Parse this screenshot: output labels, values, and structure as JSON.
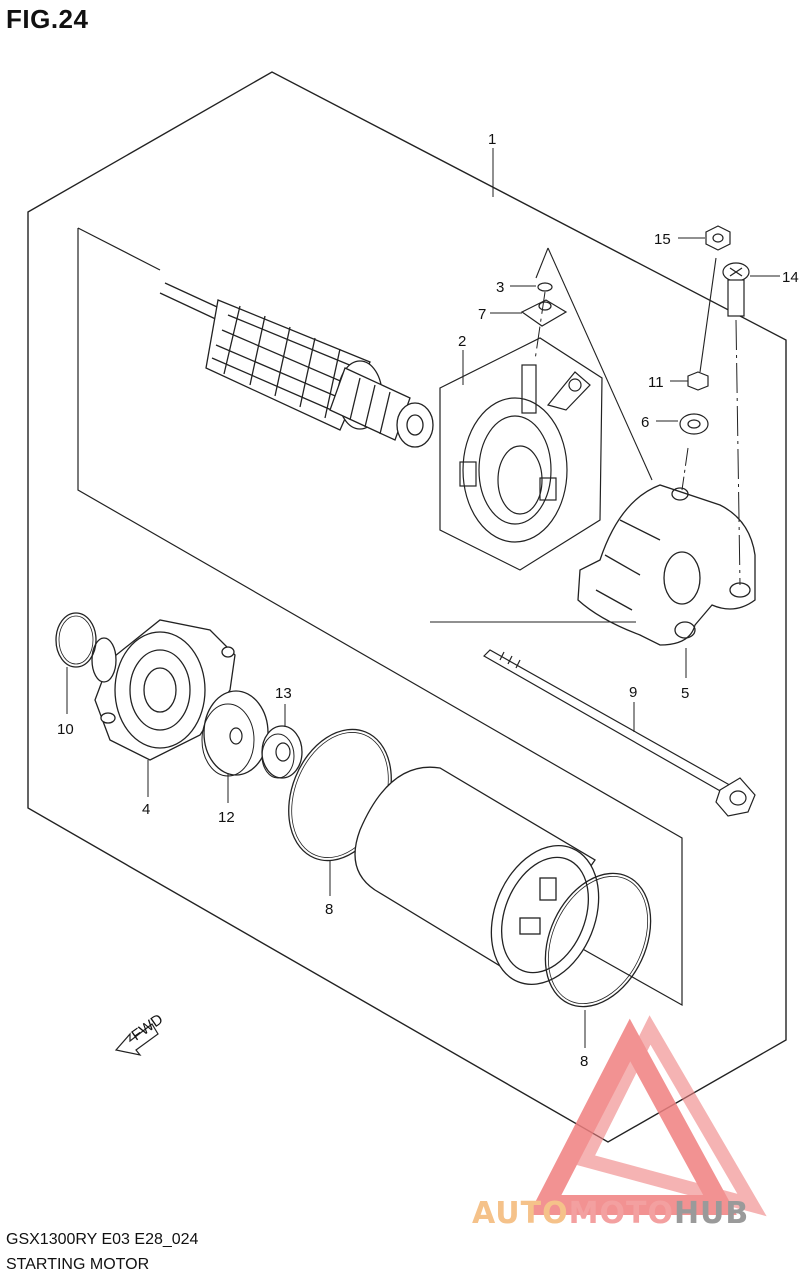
{
  "figure": {
    "title": "FIG.24"
  },
  "footer": {
    "model_code": "GSX1300RY E03 E28_024",
    "assembly_name": "STARTING MOTOR"
  },
  "fwd_label": "FWD",
  "watermark": {
    "part_a": "AUTO",
    "part_b": "MOTO",
    "part_c": "HUB"
  },
  "callouts": {
    "p1": "1",
    "p2": "2",
    "p3": "3",
    "p4": "4",
    "p5": "5",
    "p6": "6",
    "p7": "7",
    "p8a": "8",
    "p8b": "8",
    "p9": "9",
    "p10": "10",
    "p11": "11",
    "p12": "12",
    "p13": "13",
    "p14": "14",
    "p15": "15"
  },
  "colors": {
    "line": "#222222",
    "watermark_red": "#f08080",
    "watermark_orange": "#f5c28a",
    "watermark_grey": "#9a9a9a"
  }
}
